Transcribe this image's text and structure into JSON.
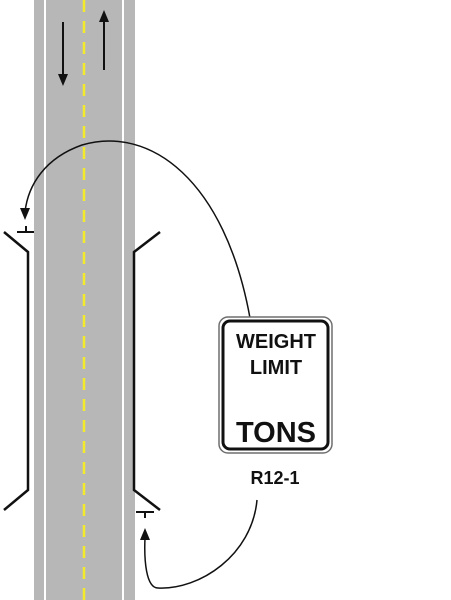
{
  "sign": {
    "line1": "WEIGHT",
    "line2": "LIMIT",
    "line3": "TONS",
    "code": "R12-1"
  },
  "colors": {
    "road": "#b7b7b7",
    "edge_line": "#ffffff",
    "center_line": "#f2ea2a",
    "sign_border": "#111111",
    "sign_background": "#ffffff",
    "pointer_line": "#111111"
  },
  "icons": {
    "lane_arrow_down": "arrow-down-icon",
    "lane_arrow_up": "arrow-up-icon",
    "sign_post_marker": "sign-post-icon"
  }
}
